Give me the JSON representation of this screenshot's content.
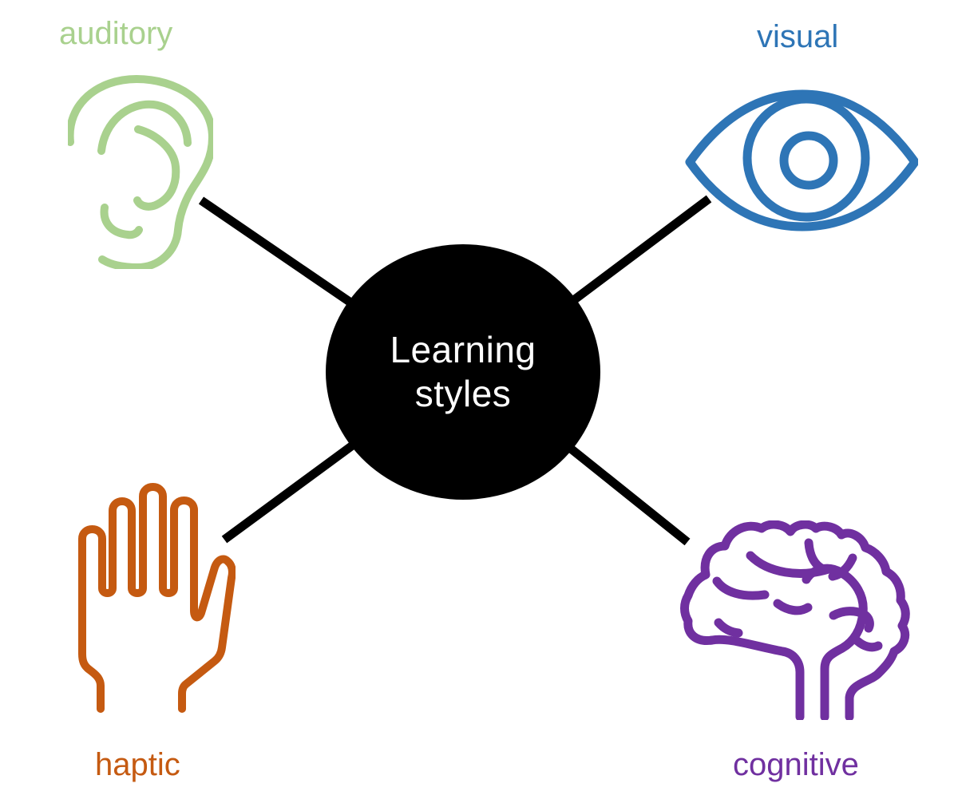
{
  "diagram": {
    "type": "mindmap",
    "background": "#ffffff",
    "connector_color": "#000000",
    "center": {
      "label": "Learning styles",
      "lines": [
        "Learning",
        "styles"
      ],
      "fill": "#000000",
      "text_color": "#ffffff"
    },
    "branches": [
      {
        "label": "auditory",
        "icon": "ear-icon",
        "color": "#A9D18E",
        "position": "top-left"
      },
      {
        "label": "visual",
        "icon": "eye-icon",
        "color": "#2E75B6",
        "position": "top-right"
      },
      {
        "label": "haptic",
        "icon": "hand-icon",
        "color": "#C55A11",
        "position": "bottom-left"
      },
      {
        "label": "cognitive",
        "icon": "brain-icon",
        "color": "#7030A0",
        "position": "bottom-right"
      }
    ]
  }
}
